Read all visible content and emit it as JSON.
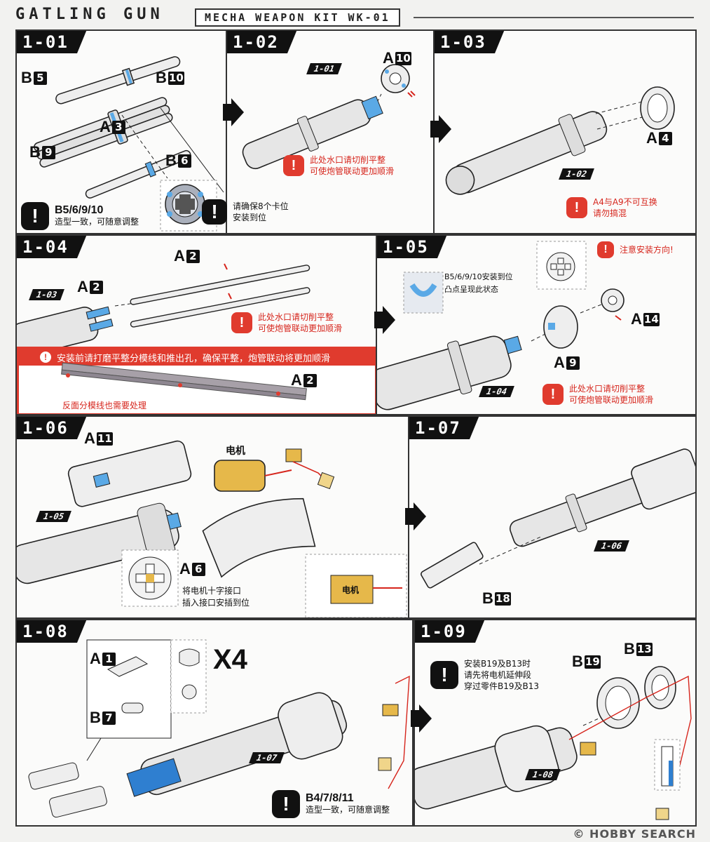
{
  "header": {
    "title": "GATLING GUN",
    "kit": "MECHA WEAPON KIT WK-01"
  },
  "colors": {
    "accent_red": "#e03b2e",
    "accent_blue": "#2f8fd6",
    "motor_yellow": "#e6b84a",
    "dark": "#111111"
  },
  "steps": {
    "s101": {
      "number": "1-01",
      "parts": [
        {
          "letter": "B",
          "num": "5"
        },
        {
          "letter": "B",
          "num": "10"
        },
        {
          "letter": "A",
          "num": "3"
        },
        {
          "letter": "B",
          "num": "9"
        },
        {
          "letter": "B",
          "num": "6"
        }
      ],
      "note_title": "B5/6/9/10",
      "note_text": "造型一致，可随意调整",
      "note2_text": "请确保8个卡位\n安装到位"
    },
    "s102": {
      "number": "1-02",
      "ref": "1-01",
      "part": {
        "letter": "A",
        "num": "10"
      },
      "warn": "此处水口请切削平整\n可使炮管联动更加顺滑"
    },
    "s103": {
      "number": "1-03",
      "ref": "1-02",
      "part": {
        "letter": "A",
        "num": "4"
      },
      "warn": "A4与A9不可互换\n请勿搞混"
    },
    "s104": {
      "number": "1-04",
      "ref": "1-03",
      "part_top": {
        "letter": "A",
        "num": "2"
      },
      "part_left": {
        "letter": "A",
        "num": "2"
      },
      "warn": "此处水口请切削平整\n可使炮管联动更加顺滑",
      "banner": "安装前请打磨平整分模线和推出孔，确保平整，炮管联动将更加顺滑",
      "banner_part": {
        "letter": "A",
        "num": "2"
      },
      "banner_caption": "反面分模线也需要处理"
    },
    "s105": {
      "number": "1-05",
      "ref": "1-04",
      "inset_text": "B5/6/9/10安装到位\n凸点呈现此状态",
      "direction_warn": "注意安装方向!",
      "part_a14": {
        "letter": "A",
        "num": "14"
      },
      "part_a9": {
        "letter": "A",
        "num": "9"
      },
      "warn": "此处水口请切削平整\n可使炮管联动更加顺滑"
    },
    "s106": {
      "number": "1-06",
      "ref": "1-05",
      "part_a11": {
        "letter": "A",
        "num": "11"
      },
      "part_a6": {
        "letter": "A",
        "num": "6"
      },
      "motor_label": "电机",
      "motor_inset_label": "电机",
      "cross_text": "将电机十字接口\n插入接口安插到位"
    },
    "s107": {
      "number": "1-07",
      "ref": "1-06",
      "part": {
        "letter": "B",
        "num": "18"
      }
    },
    "s108": {
      "number": "1-08",
      "ref": "1-07",
      "part_a1": {
        "letter": "A",
        "num": "1"
      },
      "part_b7": {
        "letter": "B",
        "num": "7"
      },
      "multiplier": "X4",
      "note_title": "B4/7/8/11",
      "note_text": "造型一致，可随意调整"
    },
    "s109": {
      "number": "1-09",
      "ref": "1-08",
      "part_b19": {
        "letter": "B",
        "num": "19"
      },
      "part_b13": {
        "letter": "B",
        "num": "13"
      },
      "note_text": "安装B19及B13时\n请先将电机延伸段\n穿过零件B19及B13"
    }
  },
  "watermark": "HOBBY SEARCH",
  "watermark_copy": "©"
}
